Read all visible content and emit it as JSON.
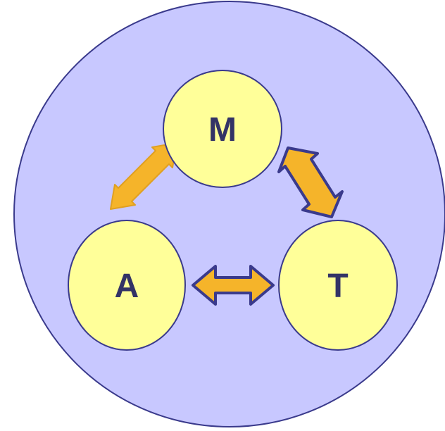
{
  "colors": {
    "outer_fill": "#C8C8FF",
    "outline": "#3A3A8C",
    "node_fill": "#FFFF99",
    "label_text": "#333366",
    "arrow_gold": "#F5B42A",
    "arrow_navy": "#3A3A8C"
  },
  "nodes": [
    {
      "id": "M",
      "label": "M"
    },
    {
      "id": "A",
      "label": "A"
    },
    {
      "id": "T",
      "label": "T"
    }
  ],
  "connections": [
    {
      "from": "M",
      "to": "A",
      "style": "gold-fill-gold-outline"
    },
    {
      "from": "M",
      "to": "T",
      "style": "gold-fill-navy-outline"
    },
    {
      "from": "A",
      "to": "T",
      "style": "gold-fill-navy-outline"
    }
  ]
}
